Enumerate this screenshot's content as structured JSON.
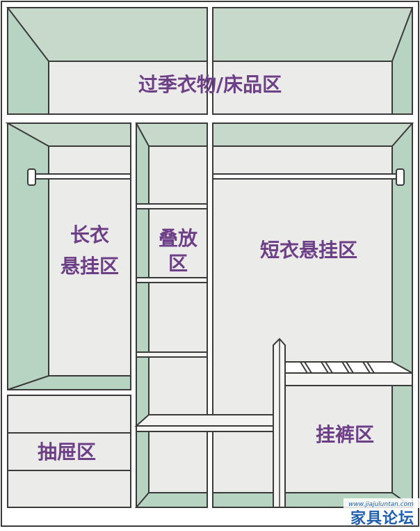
{
  "zones": {
    "top": "过季衣物/床品区",
    "long_line1": "长衣",
    "long_line2": "悬挂区",
    "folded_line1": "叠放",
    "folded_line2": "区",
    "short": "短衣悬挂区",
    "drawer": "抽屉区",
    "pants": "挂裤区"
  },
  "watermark": {
    "url": "www.jiajuluntan.com",
    "name": "家具论坛"
  },
  "colors": {
    "outline": "#3a3a3a",
    "side_panel": "#b7d3c2",
    "back_panel": "#ebebea",
    "top_ceiling": "#c7d9cb",
    "shelf": "#f4f4f2",
    "label": "#6d3f86",
    "watermark": "#1f5fb0"
  }
}
